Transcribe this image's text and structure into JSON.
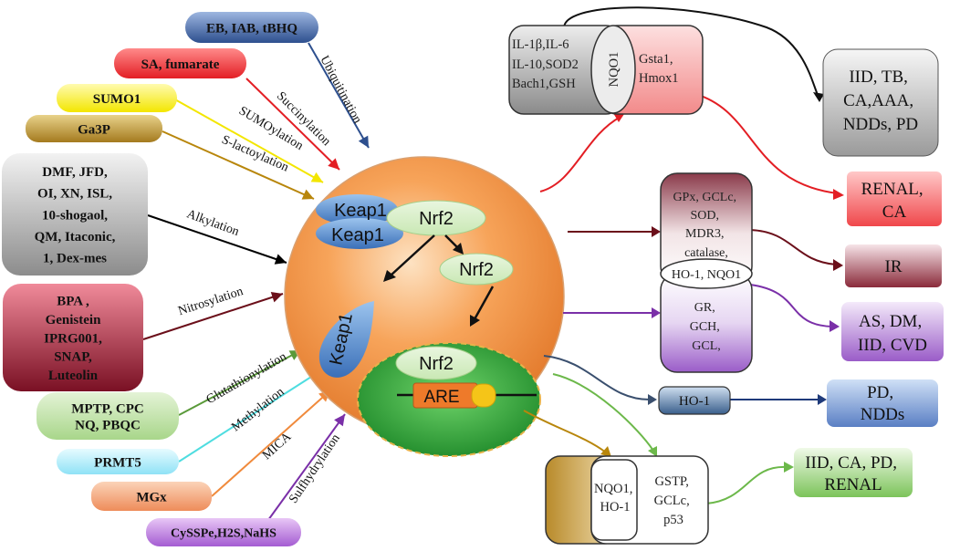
{
  "compounds": [
    {
      "id": "eb",
      "label": [
        "EB, IAB, tBHQ"
      ],
      "mechanism": "Ubiquitination",
      "color": "#2d4f8e"
    },
    {
      "id": "sa",
      "label": [
        "SA, fumarate"
      ],
      "mechanism": "Succinylation",
      "color": "#e31e24"
    },
    {
      "id": "sumo1",
      "label": [
        "SUMO1"
      ],
      "mechanism": "SUMOylation",
      "color": "#f3e600"
    },
    {
      "id": "ga3p",
      "label": [
        "Ga3P"
      ],
      "mechanism": "S-lactoylation",
      "color": "#b8860b"
    },
    {
      "id": "dmf",
      "label": [
        "DMF, JFD,",
        "OI, XN, ISL,",
        "10-shogaol,",
        "QM, Itaconic,",
        "1, Dex-mes"
      ],
      "mechanism": "Alkylation",
      "color": "#000000"
    },
    {
      "id": "bpa",
      "label": [
        "BPA ,",
        "Genistein",
        "IPRG001,",
        "SNAP,",
        "Luteolin"
      ],
      "mechanism": "Nitrosylation",
      "color": "#6b0f1a"
    },
    {
      "id": "mptp",
      "label": [
        "MPTP, CPC",
        "NQ, PBQC"
      ],
      "mechanism": "Glutathionylation",
      "color": "#5a9a3a"
    },
    {
      "id": "prmt5",
      "label": [
        "PRMT5"
      ],
      "mechanism": "Methylation",
      "color": "#4fdde0"
    },
    {
      "id": "mgx",
      "label": [
        "MGx"
      ],
      "mechanism": "MICA",
      "color": "#f08a3c"
    },
    {
      "id": "cysspe",
      "label": [
        "CySSPe,H2S,NaHS"
      ],
      "mechanism": "Sulfhydrylation",
      "color": "#7a2fa8"
    }
  ],
  "cell": {
    "keap1_a": "Keap1",
    "keap1_b": "Keap1",
    "nrf2_bound": "Nrf2",
    "nrf2_free": "Nrf2",
    "keap1_released": "Keap1",
    "nrf2_nucleus": "Nrf2",
    "are": "ARE"
  },
  "targets": {
    "inflammatory": {
      "left": [
        "IL-1β,IL-6",
        "IL-10,SOD2",
        "Bach1,GSH"
      ],
      "middle": "NQO1",
      "right": [
        "Gsta1,",
        "Hmox1"
      ]
    },
    "antioxidant": {
      "top": [
        "GPx, GCLc,",
        "SOD,",
        "MDR3,",
        "catalase,"
      ],
      "middle": "HO-1, NQO1",
      "bottom": [
        "GR,",
        "GCH,",
        "GCL,"
      ]
    },
    "ho1": "HO-1",
    "detox": {
      "middle": [
        "NQO1,",
        "HO-1"
      ],
      "right": [
        "GSTP,",
        "GCLc,",
        "p53"
      ]
    }
  },
  "diseases": [
    {
      "id": "iid-tb",
      "lines": [
        "IID,  TB,",
        "CA,AAA,",
        "NDDs,  PD"
      ],
      "color": "#9a9a9a"
    },
    {
      "id": "renal-ca",
      "lines": [
        "RENAL,",
        "CA"
      ],
      "color": "#f0474b"
    },
    {
      "id": "ir",
      "lines": [
        "IR"
      ],
      "color": "#8a2a3a"
    },
    {
      "id": "as-dm",
      "lines": [
        "AS, DM,",
        "IID, CVD"
      ],
      "color": "#8e4fbf"
    },
    {
      "id": "pd-ndds",
      "lines": [
        "PD,",
        "NDDs"
      ],
      "color": "#3a5fa8"
    },
    {
      "id": "iid-ca",
      "lines": [
        "IID, CA, PD,",
        "RENAL"
      ],
      "color": "#6cb84a"
    }
  ]
}
